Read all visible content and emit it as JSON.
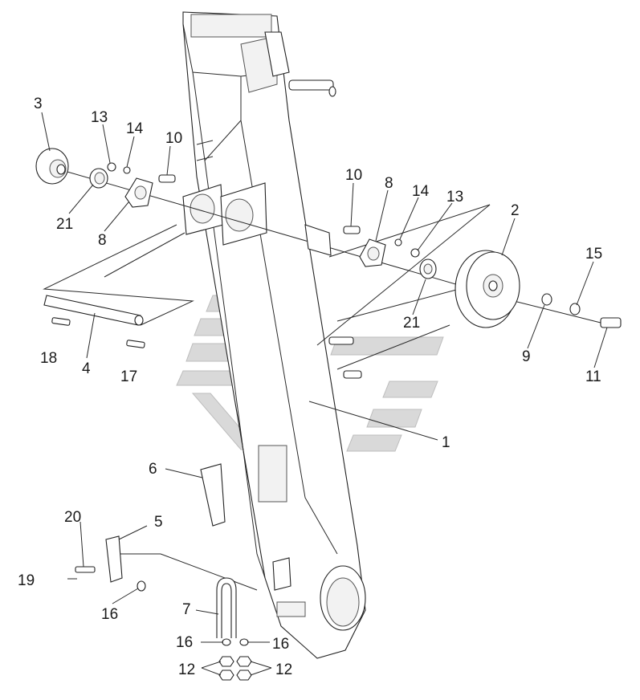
{
  "diagram": {
    "watermark_colors": {
      "fill": "#d9d9d9",
      "stroke": "#bdbdbd"
    },
    "callouts": [
      {
        "id": "c3",
        "label": "3"
      },
      {
        "id": "c13a",
        "label": "13"
      },
      {
        "id": "c14a",
        "label": "14"
      },
      {
        "id": "c10a",
        "label": "10"
      },
      {
        "id": "c21a",
        "label": "21"
      },
      {
        "id": "c8a",
        "label": "8"
      },
      {
        "id": "c10b",
        "label": "10"
      },
      {
        "id": "c8b",
        "label": "8"
      },
      {
        "id": "c14b",
        "label": "14"
      },
      {
        "id": "c13b",
        "label": "13"
      },
      {
        "id": "c2",
        "label": "2"
      },
      {
        "id": "c15",
        "label": "15"
      },
      {
        "id": "c21b",
        "label": "21"
      },
      {
        "id": "c9",
        "label": "9"
      },
      {
        "id": "c11",
        "label": "11"
      },
      {
        "id": "c18",
        "label": "18"
      },
      {
        "id": "c4",
        "label": "4"
      },
      {
        "id": "c17",
        "label": "17"
      },
      {
        "id": "c1",
        "label": "1"
      },
      {
        "id": "c6",
        "label": "6"
      },
      {
        "id": "c20",
        "label": "20"
      },
      {
        "id": "c5",
        "label": "5"
      },
      {
        "id": "c19",
        "label": "19"
      },
      {
        "id": "c16a",
        "label": "16"
      },
      {
        "id": "c7",
        "label": "7"
      },
      {
        "id": "c16b",
        "label": "16"
      },
      {
        "id": "c16c",
        "label": "16"
      },
      {
        "id": "c12a",
        "label": "12"
      },
      {
        "id": "c12b",
        "label": "12"
      }
    ]
  }
}
